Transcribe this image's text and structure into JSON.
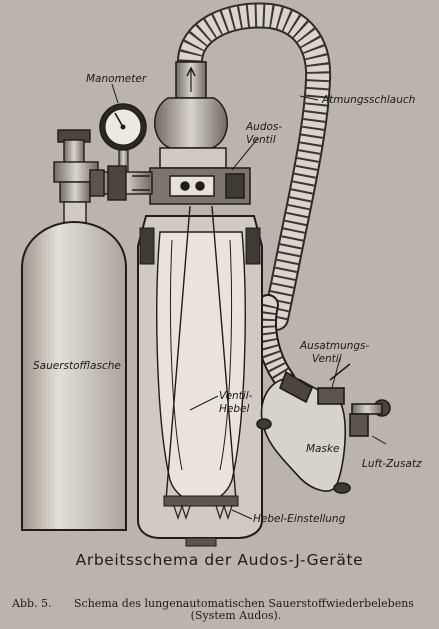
{
  "labels": {
    "manometer": "Manometer",
    "atmungsschlauch": "Atmungsschlauch",
    "audos_ventil_1": "Audos-",
    "audos_ventil_2": "Ventil",
    "sauerstofflasche": "Sauerstofflasche",
    "ventilhebel_1": "Ventil-",
    "ventilhebel_2": "Hebel",
    "ausatmungs_1": "Ausatmungs-",
    "ausatmungs_2": "Ventil",
    "maske": "Maske",
    "luft_zusatz": "Luft-Zusatz",
    "hebel_einstellung": "Hebel-Einstellung"
  },
  "caption_title": "Arbeitsschema der Audos-J-Geräte",
  "caption": {
    "number": "Abb. 5.",
    "line1": "Schema des lungenautomatischen Sauerstoffwiederbelebens",
    "line2": "(System Audos)."
  },
  "colors": {
    "paper": "#b9b4ad",
    "ink": "#1f1c19",
    "metal_light": "#d6d2cc",
    "metal_dark": "#5a5550"
  }
}
